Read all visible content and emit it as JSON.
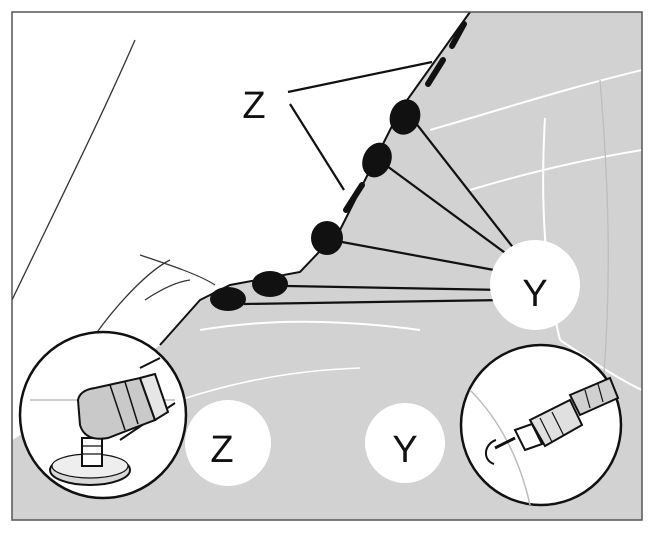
{
  "diagram": {
    "callout_z_top": "Z",
    "callout_y_right": "Y",
    "legend_z": "Z",
    "legend_y": "Y"
  },
  "colors": {
    "panel_fill": "#d2d2d2",
    "white": "#ffffff",
    "ink": "#111111"
  },
  "icons": [
    "grinding-tool-icon",
    "drill-tool-icon"
  ]
}
